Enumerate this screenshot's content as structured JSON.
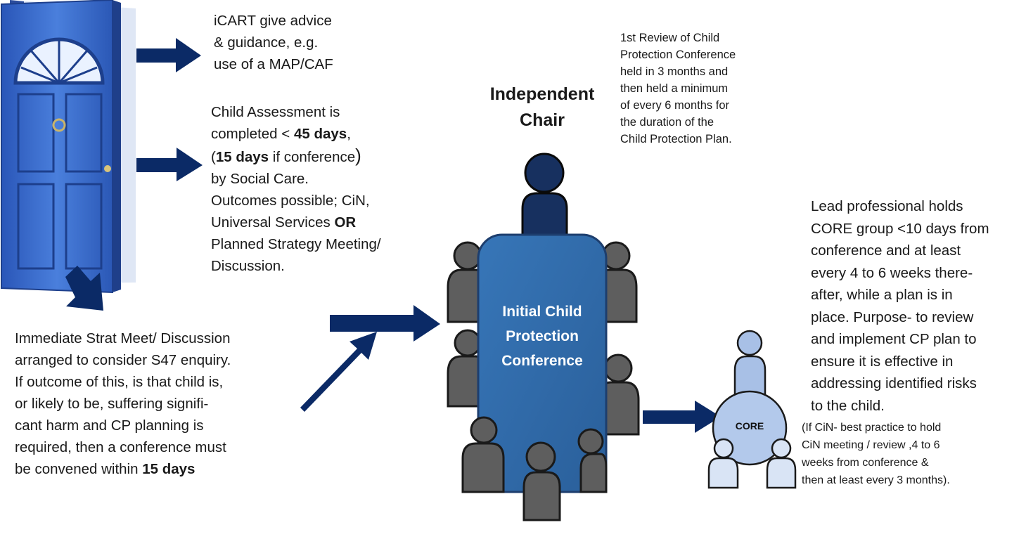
{
  "colors": {
    "arrow": "#0b2a66",
    "chair": "#17305f",
    "table": "#2e6aa8",
    "table_border": "#1d3e6e",
    "people": "#5e5e5e",
    "people_border": "#1a1a1a",
    "core": "#a8c0e6",
    "door": "#3f6fd0",
    "door_frame": "#1d3f8c"
  },
  "icons": [
    "door-icon",
    "arrow-icon",
    "person-icon"
  ],
  "icart": {
    "lines": [
      "iCART give advice",
      "& guidance, e.g.",
      "use of a MAP/CAF"
    ]
  },
  "assessment": {
    "line1": "Child Assessment is",
    "line2_prefix": "completed < ",
    "line2_bold": "45 days",
    "line2_suffix": ",",
    "line3_open": "(",
    "line3_bold": "15 days",
    "line3_rest": " if conference",
    "line3_close": ")",
    "line4": "by Social Care.",
    "line5": "Outcomes  possible; CiN,",
    "line6_prefix": "Universal Services  ",
    "line6_bold": "OR",
    "line7": "Planned Strategy Meeting/",
    "line8": "Discussion."
  },
  "immediate": {
    "lines": [
      "Immediate Strat Meet/ Discussion",
      "arranged to consider S47 enquiry.",
      "If outcome of this, is that child is,",
      "or likely to be, suffering signifi-",
      "cant harm and CP planning is",
      "required, then a conference must"
    ],
    "last_prefix": "be convened within ",
    "last_bold": "15 days"
  },
  "chair": {
    "line1": "Independent",
    "line2": "Chair"
  },
  "review": {
    "lines": [
      "1st Review of Child",
      "Protection Conference",
      "held in 3 months and",
      "then held a minimum",
      "of every 6 months for",
      "the duration of the",
      "Child Protection Plan."
    ]
  },
  "conference": {
    "line1": "Initial Child",
    "line2": "Protection",
    "line3": "Conference"
  },
  "core": {
    "label": "CORE"
  },
  "lead": {
    "lines": [
      "Lead professional holds",
      "CORE group <10 days from",
      "conference and at least",
      "every 4 to 6 weeks there-",
      "after, while a plan is in",
      "place. Purpose- to review",
      "and implement CP plan to",
      "ensure it is effective in",
      "addressing identified risks",
      "to the child."
    ],
    "note_lines": [
      "(If CiN- best practice to hold",
      "CiN meeting / review ,4 to 6",
      "weeks from conference &",
      "then at least every 3 months)."
    ]
  }
}
